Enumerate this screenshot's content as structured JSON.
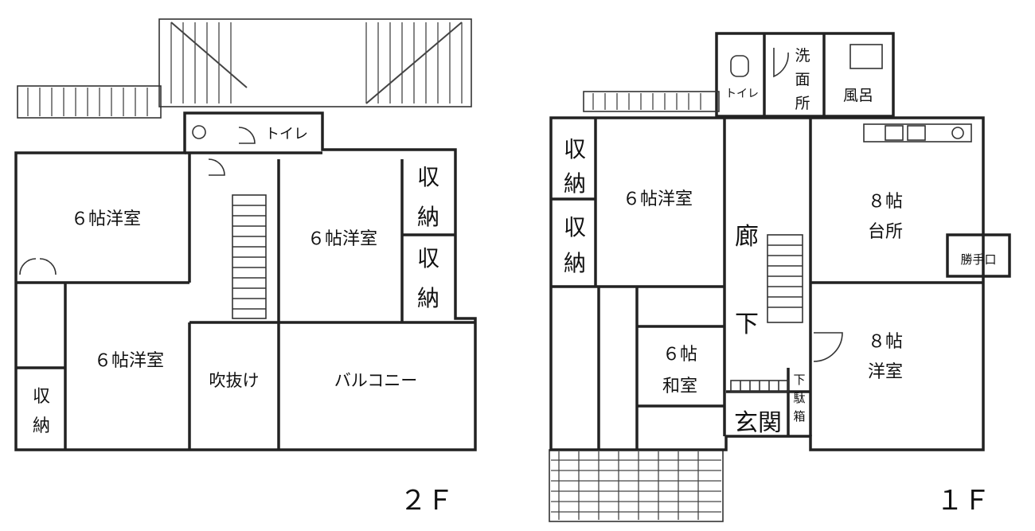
{
  "floor2": {
    "label": "２Ｆ",
    "rooms": {
      "room_nw": "６帖洋室",
      "room_ne": "６帖洋室",
      "room_sw": "６帖洋室",
      "fukinuke": "吹抜け",
      "balcony": "バルコニー",
      "toilet": "トイレ",
      "storage_1": "収",
      "storage_1b": "納",
      "storage_2": "収",
      "storage_2b": "納",
      "storage_3": "収",
      "storage_3b": "納"
    }
  },
  "floor1": {
    "label": "１Ｆ",
    "rooms": {
      "room_w": "６帖洋室",
      "kitchen_size": "８帖",
      "kitchen": "台所",
      "room_e_size": "８帖",
      "room_e": "洋室",
      "washitsu_size": "６帖",
      "washitsu": "和室",
      "hallway_1": "廊",
      "hallway_2": "下",
      "entrance": "玄関",
      "shoebox_1": "下",
      "shoebox_2": "駄",
      "shoebox_3": "箱",
      "toilet": "トイレ",
      "wash_1": "洗",
      "wash_2": "面",
      "wash_3": "所",
      "bath": "風呂",
      "back_door": "勝手口",
      "storage_1": "収",
      "storage_1b": "納",
      "storage_2": "収",
      "storage_2b": "納"
    }
  }
}
